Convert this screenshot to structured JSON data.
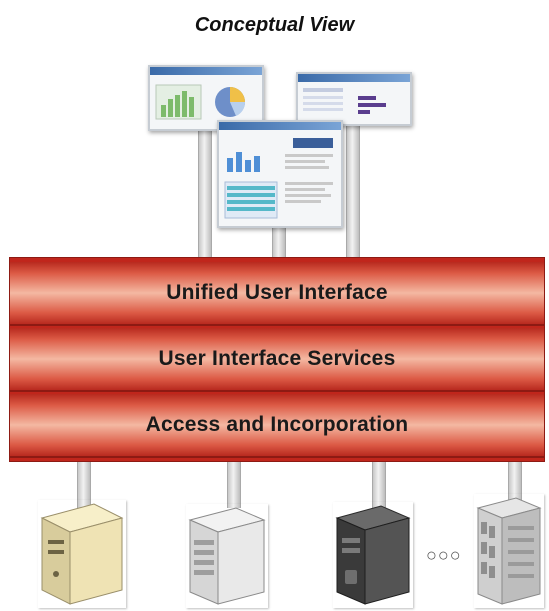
{
  "title": "Conceptual View",
  "layers": [
    {
      "label": "Unified User Interface"
    },
    {
      "label": "User Interface Services"
    },
    {
      "label": "Access and Incorporation"
    }
  ],
  "ellipsis": "○○○",
  "colors": {
    "layer_red": "#c0261c",
    "layer_highlight": "#f4b8a2",
    "pole_gray": "#d9d9d9"
  }
}
